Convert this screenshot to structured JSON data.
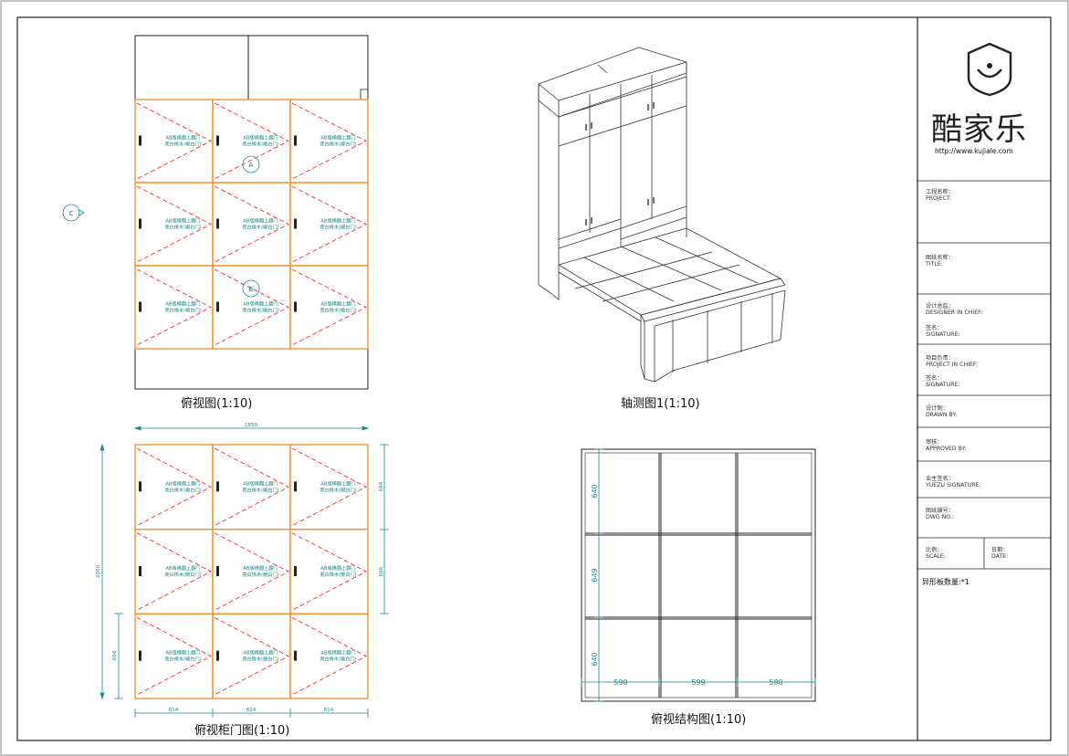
{
  "captions": {
    "top_view": "俯视图(1:10)",
    "axonometric": "轴测图1(1:10)",
    "door_view": "俯视柜门图(1:10)",
    "structure_view": "俯视结构图(1:10)"
  },
  "door_panel_text": {
    "line1": "AB版横翻上翻门",
    "line2": "亮白橡木(暖白门)"
  },
  "markers": {
    "a": "A",
    "b": "B",
    "c": "C"
  },
  "door_dims": {
    "width_total": "1850",
    "col1": "614",
    "col2": "614",
    "col3": "614",
    "height_total": "2000",
    "left_sub": "664",
    "right_top": "664",
    "right_mid": "666"
  },
  "structure_dims": {
    "row1": "640",
    "row2": "649",
    "row3": "640",
    "col1": "590",
    "col2": "599",
    "col3": "590"
  },
  "title_block": {
    "brand": "酷家乐",
    "website": "http://www.kujiale.com",
    "project": "工程名称：\nPROJECT:",
    "title": "图纸名称：\nTITLE:",
    "designer": "设计总监：\nDESIGNER IN CHIEF:",
    "signature1": "签名：\nSIGNATURE:",
    "project_chief": "项目负责：\nPROJECT IN CHIEF:",
    "signature2": "签名：\nSIGNATURE:",
    "drawn_by": "设计制：\nDRAWN BY:",
    "approved": "审核：\nAPPROVED BY:",
    "yuezu": "业主签名：\nYUEZU SIGNATURE:",
    "dwg_no": "图纸编号：\nDWG NO.:",
    "scale": "比例：\nSCALE:",
    "date": "日期：\nDATE:",
    "quantity": "异形板数量:*1"
  },
  "colors": {
    "panel_outline": "#f28c28",
    "panel_dash": "#ff2a2a",
    "dimension": "#1a8a8a"
  }
}
